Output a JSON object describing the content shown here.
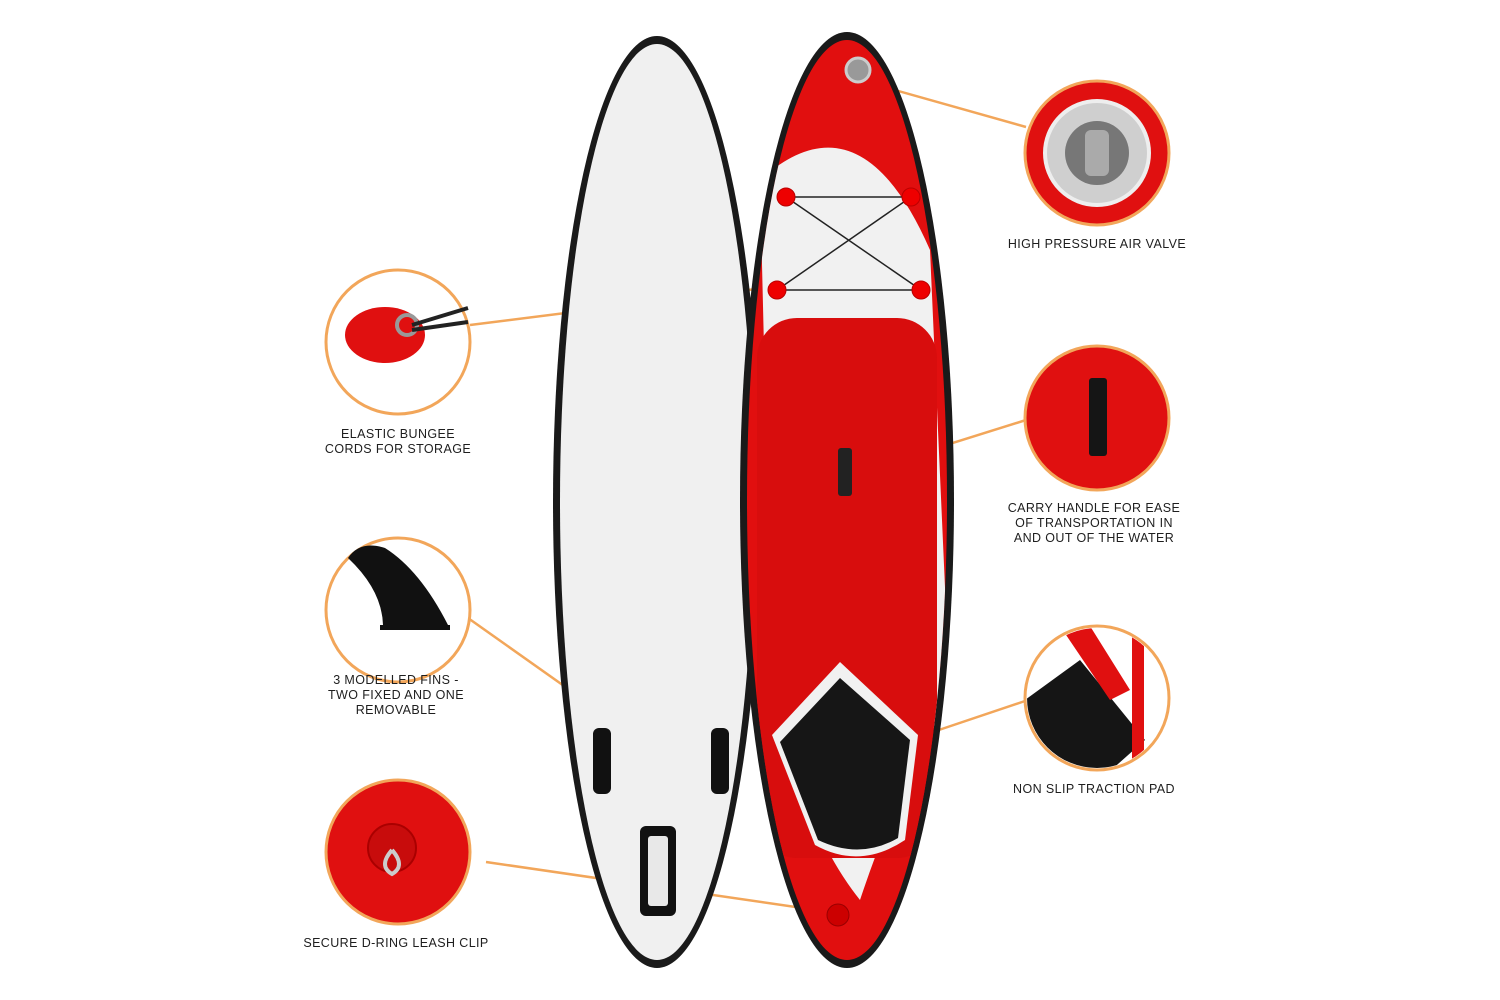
{
  "colors": {
    "accent": "#f2a65a",
    "board_red": "#e10f0f",
    "board_white": "#f1f1f1",
    "outline": "#1a1a1a"
  },
  "callouts": {
    "air_valve": {
      "lines": [
        "HIGH PRESSURE AIR VALVE"
      ]
    },
    "bungee": {
      "lines": [
        "ELASTIC BUNGEE",
        "CORDS FOR STORAGE"
      ]
    },
    "handle": {
      "lines": [
        "CARRY HANDLE FOR EASE",
        "OF TRANSPORTATION IN",
        "AND OUT OF THE WATER"
      ]
    },
    "fins": {
      "lines": [
        "3 MODELLED FINS -",
        "TWO FIXED AND ONE",
        "REMOVABLE"
      ]
    },
    "traction": {
      "lines": [
        "NON SLIP TRACTION PAD"
      ]
    },
    "dring": {
      "lines": [
        "SECURE D-RING LEASH CLIP"
      ]
    }
  }
}
